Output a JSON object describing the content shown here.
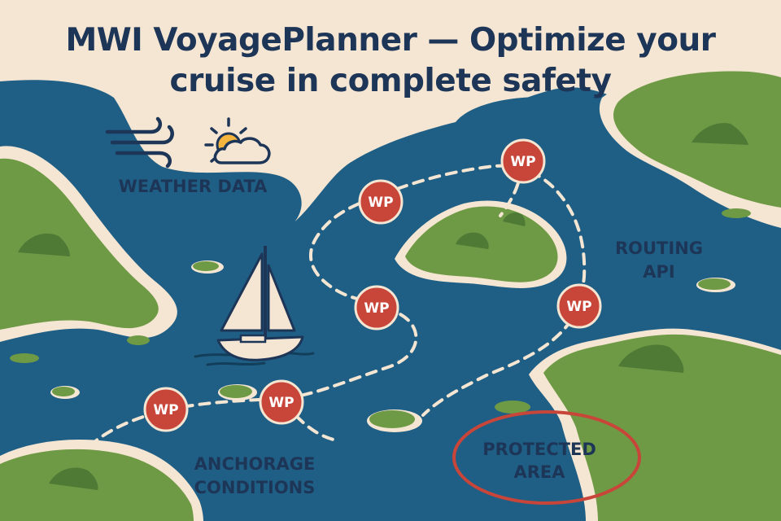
{
  "title": {
    "line1": "MWI VoyagePlanner — Optimize your",
    "line2": "cruise in complete safety"
  },
  "labels": {
    "weather": "WEATHER DATA",
    "routing_line1": "ROUTING",
    "routing_line2": "API",
    "anchorage_line1": "ANCHORAGE",
    "anchorage_line2": "CONDITIONS",
    "protected_line1": "PROTECTED",
    "protected_line2": "AREA"
  },
  "waypoints": [
    {
      "label": "WP"
    },
    {
      "label": "WP"
    },
    {
      "label": "WP"
    },
    {
      "label": "WP"
    },
    {
      "label": "WP"
    },
    {
      "label": "WP"
    }
  ],
  "icons": [
    "wind-icon",
    "sun-cloud-icon",
    "sailboat-icon"
  ],
  "colors": {
    "sea": "#1f5f85",
    "sand": "#f5e6d3",
    "land": "#6e9a45",
    "land_dark": "#4e7a36",
    "waypoint": "#c8453a",
    "text": "#1d3557",
    "route": "#f5e6d3"
  }
}
